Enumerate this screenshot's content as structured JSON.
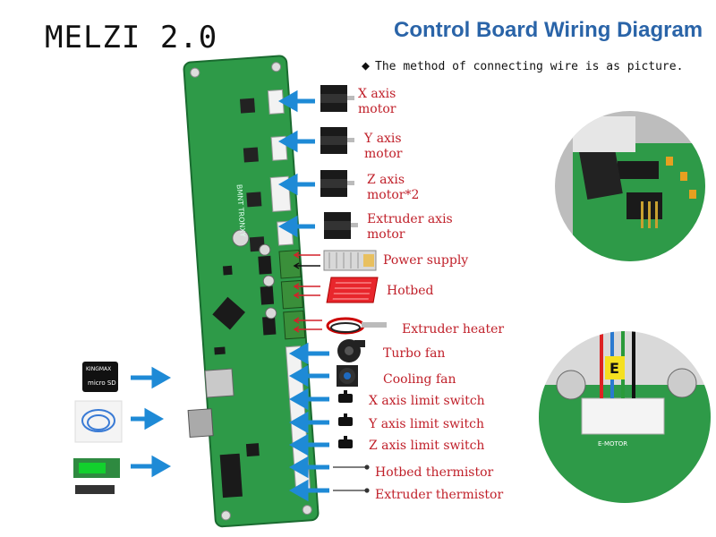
{
  "header": {
    "board_title": "MELZI 2.0",
    "diagram_title": "Control Board Wiring Diagram",
    "subtitle": "The method of connecting wire is as picture."
  },
  "board": {
    "silkscreen": "BMNT TRONXY",
    "sd_brand": "KINGMAX",
    "sd_logo": "micro SD",
    "closeup_label": "E-MOTOR",
    "closeup_tag": "E"
  },
  "labels": {
    "x_motor_1": "X axis",
    "x_motor_2": "motor",
    "y_motor_1": "Y axis",
    "y_motor_2": "motor",
    "z_motor_1": "Z axis",
    "z_motor_2": "motor*2",
    "e_motor_1": "Extruder axis",
    "e_motor_2": "motor",
    "power_supply": "Power supply",
    "hotbed": "Hotbed",
    "extruder_heater": "Extruder heater",
    "turbo_fan": "Turbo fan",
    "cooling_fan": "Cooling fan",
    "x_limit": "X axis limit switch",
    "y_limit": "Y axis limit switch",
    "z_limit": "Z axis limit switch",
    "hotbed_thermistor": "Hotbed thermistor",
    "extruder_thermistor": "Extruder thermistor"
  },
  "colors": {
    "pcb": "#2e9a48",
    "pcb_dark": "#1f7a36",
    "arrow_blue": "#1e8ad6",
    "arrow_red": "#d4202a",
    "label_red": "#c0202a",
    "title_blue": "#2a64a8"
  }
}
